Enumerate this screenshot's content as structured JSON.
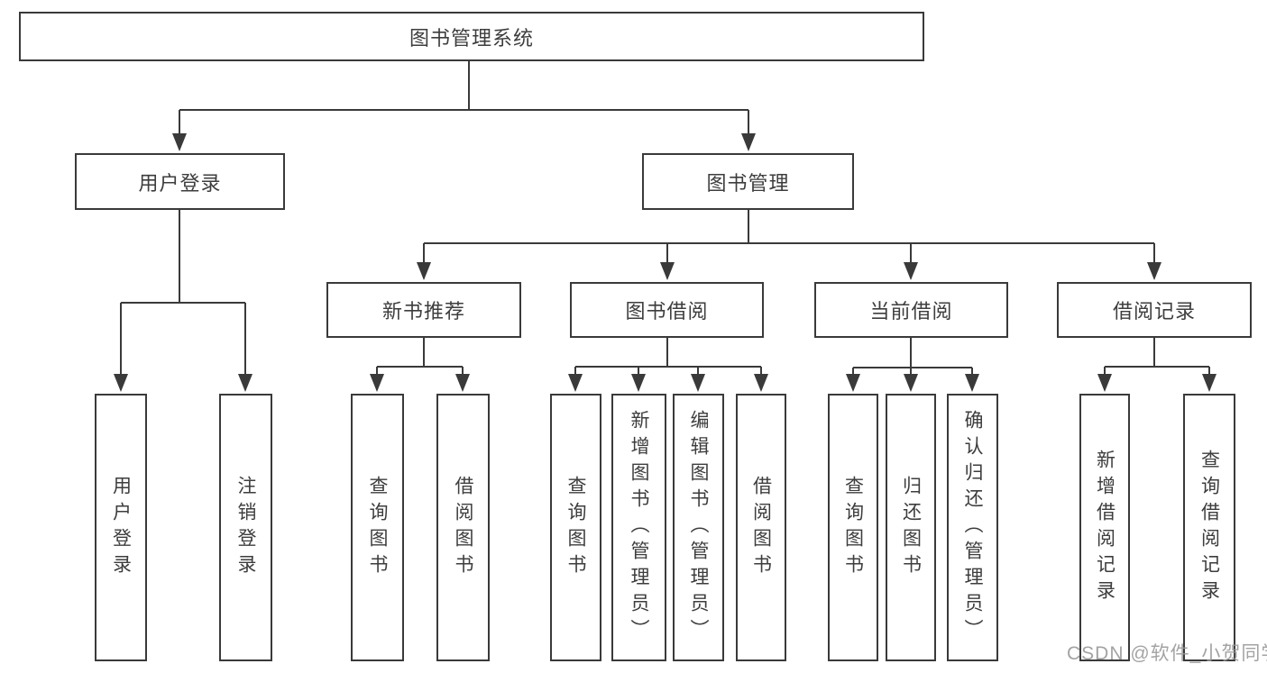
{
  "tree": {
    "label": "图书管理系统",
    "children": [
      {
        "label": "用户登录",
        "children": [
          {
            "label": "用户登录"
          },
          {
            "label": "注销登录"
          }
        ]
      },
      {
        "label": "图书管理",
        "children": [
          {
            "label": "新书推荐",
            "children": [
              {
                "label": "查询图书"
              },
              {
                "label": "借阅图书"
              }
            ]
          },
          {
            "label": "图书借阅",
            "children": [
              {
                "label": "查询图书"
              },
              {
                "label": "新增图书（管理员）"
              },
              {
                "label": "编辑图书（管理员）"
              },
              {
                "label": "借阅图书"
              }
            ]
          },
          {
            "label": "当前借阅",
            "children": [
              {
                "label": "查询图书"
              },
              {
                "label": "归还图书"
              },
              {
                "label": "确认归还（管理员）"
              }
            ]
          },
          {
            "label": "借阅记录",
            "children": [
              {
                "label": "新增借阅记录"
              },
              {
                "label": "查询借阅记录"
              }
            ]
          }
        ]
      }
    ]
  },
  "watermark": {
    "text": "CSDN @软件_小贺同学"
  },
  "colors": {
    "line": "#3a3a3a",
    "box_border": "#3a3a3a",
    "text": "#3d3d3d",
    "watermark": "#969696",
    "background": "#ffffff"
  }
}
